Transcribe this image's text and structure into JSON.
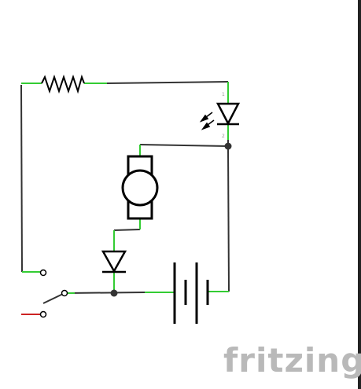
{
  "app": "fritzing",
  "watermark": {
    "text": "fritzing"
  },
  "led": {
    "pin1_label": "1",
    "pin2_label": "2"
  },
  "colors": {
    "wire": "#333333",
    "connector_end": "#33cc33",
    "connector_negative": "#cc2222",
    "symbol": "#000000",
    "junction": "#333333",
    "watermark": "#b9b9b9"
  },
  "components": [
    {
      "type": "resistor",
      "name": "resistor"
    },
    {
      "type": "led",
      "name": "led"
    },
    {
      "type": "dc-motor",
      "name": "motor"
    },
    {
      "type": "diode",
      "name": "diode"
    },
    {
      "type": "battery",
      "name": "battery"
    },
    {
      "type": "switch",
      "name": "switch"
    }
  ]
}
